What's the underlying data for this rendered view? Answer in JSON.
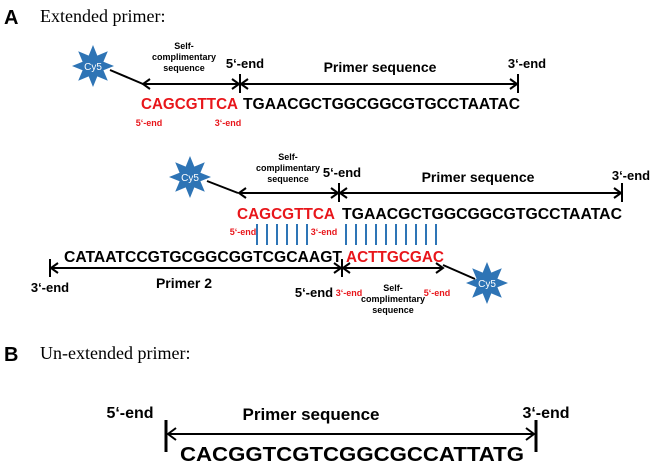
{
  "colors": {
    "fluorophore": "#2e74b5",
    "base_pair_line": "#2e75b6",
    "self_complementary": "#e8161b",
    "text": "#000000"
  },
  "fluorophore_label": "Cy5",
  "panel_a": {
    "label": "A",
    "heading": "Extended primer:",
    "top": {
      "self_comp_label_1": "Self-",
      "self_comp_label_2": "complimentary",
      "self_comp_label_3": "sequence",
      "five_end": "5‘-end",
      "primer_label": "Primer sequence",
      "three_end": "3‘-end",
      "red_seq": "CAGCGTTCA",
      "black_seq": "TGAACGCTGGCGGCGTGCCTAATAC",
      "red_five": "5‘-end",
      "red_three": "3‘-end"
    },
    "duplex": {
      "self_comp_label_1": "Self-",
      "self_comp_label_2": "complimentary",
      "self_comp_label_3": "sequence",
      "five_end": "5‘-end",
      "primer_label": "Primer sequence",
      "three_end": "3‘-end",
      "red_seq": "CAGCGTTCA",
      "black_seq": "TGAACGCTGGCGGCGTGCCTAATAC",
      "red_five": "5‘-end",
      "red_three": "3‘-end",
      "bottom_black_seq": "CATAATCCGTGCGGCGGTCGCAAGT",
      "bottom_red_seq": "ACTTGCGAC",
      "bottom_three_end": "3‘-end",
      "primer2_label": "Primer 2",
      "bottom_five_end": "5‘-end",
      "bottom_red_three": "3‘-end",
      "bottom_red_five": "5‘-end",
      "bottom_self_comp_1": "Self-",
      "bottom_self_comp_2": "complimentary",
      "bottom_self_comp_3": "sequence"
    }
  },
  "panel_b": {
    "label": "B",
    "heading": "Un-extended primer:",
    "five_end": "5‘-end",
    "primer_label": "Primer sequence",
    "three_end": "3‘-end",
    "seq": "CACGGTCGTCGGCGCCATTATG"
  }
}
